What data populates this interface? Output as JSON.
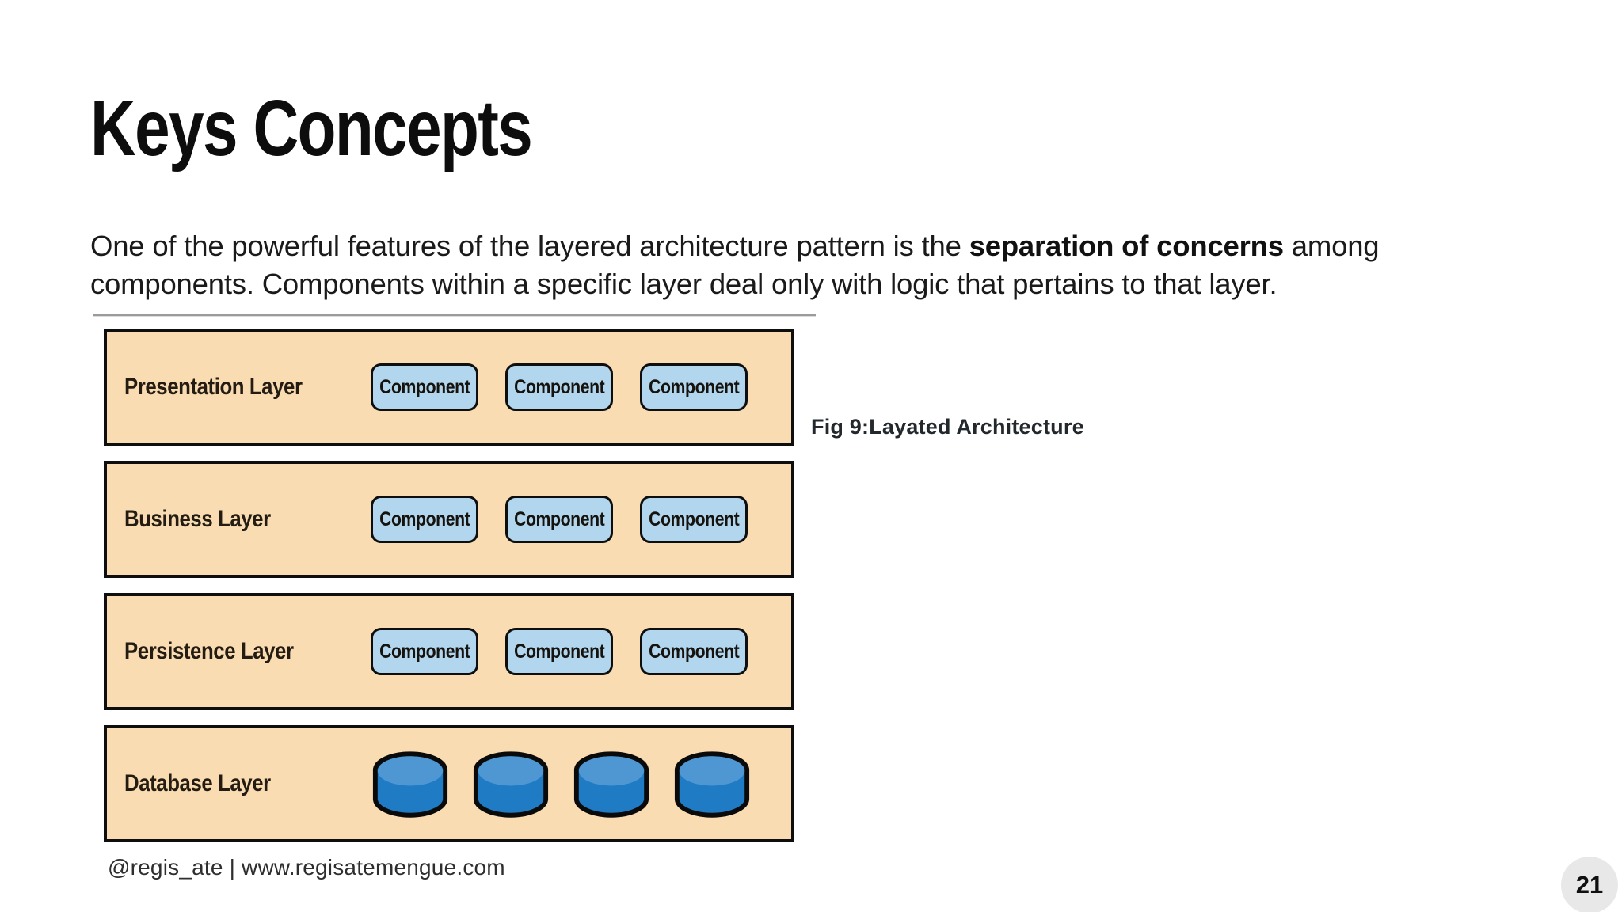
{
  "slide": {
    "title": "Keys Concepts",
    "footer": "@regis_ate | www.regisatemengue.com",
    "page_number": "21"
  },
  "intro": {
    "text_before": "One of the powerful features of the layered architecture pattern is the ",
    "bold_text": "separation of concerns",
    "text_after": " among components. Components within a specific layer deal only with logic that pertains to that layer."
  },
  "figure": {
    "caption": "Fig 9:Layated Architecture"
  },
  "diagram": {
    "layers": [
      {
        "label": "Presentation Layer",
        "components": [
          "Component",
          "Component",
          "Component"
        ]
      },
      {
        "label": "Business Layer",
        "components": [
          "Component",
          "Component",
          "Component"
        ]
      },
      {
        "label": "Persistence Layer",
        "components": [
          "Component",
          "Component",
          "Component"
        ]
      },
      {
        "label": "Database Layer",
        "cylinder_count": 4
      }
    ]
  },
  "colors": {
    "layer_fill": "#F9DCB2",
    "component_fill": "#B2D6EE",
    "cylinder_top": "#4E97D3",
    "cylinder_body": "#1E7BC4",
    "outline": "#0E0E0E",
    "divider": "#9B9B9B",
    "page_badge_bg": "#E8E8E8"
  }
}
